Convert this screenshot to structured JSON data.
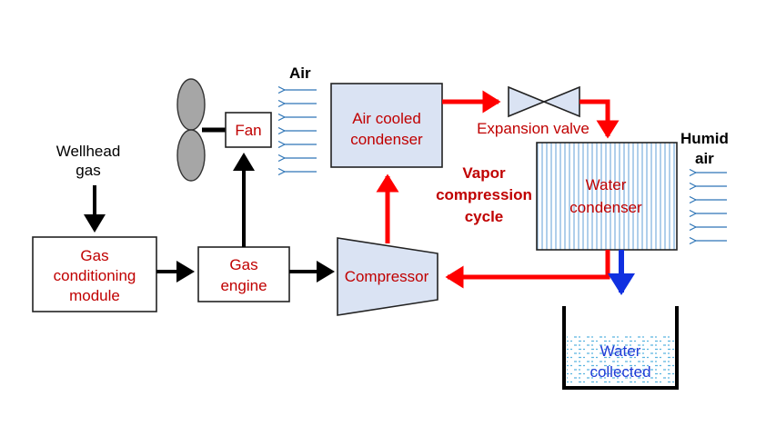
{
  "diagram": {
    "colors": {
      "black_flow": "#000000",
      "refrigerant_flow": "#ff0000",
      "water_flow": "#1030e0",
      "air_arrow": "#2e75b6",
      "box_fill_light_blue": "#dae3f3",
      "box_stroke": "#222222",
      "red_label": "#c00000",
      "fan_blade": "#a6a6a6",
      "water_label": "#1f3bd6"
    },
    "nodes": {
      "wellhead_gas": {
        "line1": "Wellhead",
        "line2": "gas"
      },
      "gas_conditioning": {
        "line1": "Gas",
        "line2": "conditioning",
        "line3": "module"
      },
      "gas_engine": {
        "line1": "Gas",
        "line2": "engine"
      },
      "fan": {
        "label": "Fan"
      },
      "compressor": {
        "label": "Compressor"
      },
      "air_cooled_condenser": {
        "line1": "Air cooled",
        "line2": "condenser"
      },
      "expansion_valve": {
        "label": "Expansion valve"
      },
      "water_condenser": {
        "line1": "Water",
        "line2": "condenser"
      },
      "water_collected": {
        "line1": "Water",
        "line2": "collected"
      }
    },
    "labels": {
      "air": "Air",
      "humid_air_1": "Humid",
      "humid_air_2": "air",
      "cycle_1": "Vapor",
      "cycle_2": "compression",
      "cycle_3": "cycle"
    },
    "edges": [
      {
        "from": "Wellhead gas",
        "to": "Gas conditioning module",
        "type": "gas"
      },
      {
        "from": "Gas conditioning module",
        "to": "Gas engine",
        "type": "gas"
      },
      {
        "from": "Gas engine",
        "to": "Fan",
        "type": "shaft"
      },
      {
        "from": "Gas engine",
        "to": "Compressor",
        "type": "shaft"
      },
      {
        "from": "Compressor",
        "to": "Air cooled condenser",
        "type": "refrigerant"
      },
      {
        "from": "Air cooled condenser",
        "to": "Expansion valve",
        "type": "refrigerant"
      },
      {
        "from": "Expansion valve",
        "to": "Water condenser",
        "type": "refrigerant"
      },
      {
        "from": "Water condenser",
        "to": "Compressor",
        "type": "refrigerant"
      },
      {
        "from": "Water condenser",
        "to": "Water collected",
        "type": "water"
      }
    ]
  }
}
